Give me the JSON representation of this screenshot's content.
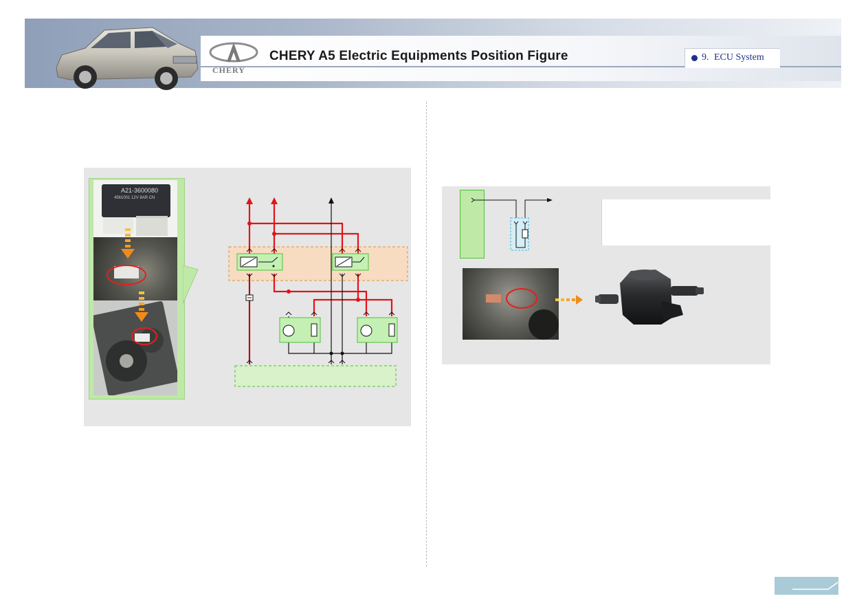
{
  "header": {
    "title": "CHERY A5 Electric Equipments Position Figure",
    "logo_text": "CHERY",
    "section_number": "9.",
    "section_name": "ECU System"
  },
  "relay_photo": {
    "label_line1": "A21-3600080",
    "label_line2": "4561001  12V  8AR  CN"
  },
  "colors": {
    "power_wire": "#e0141a",
    "ground_wire": "#111111",
    "relay_box_border": "#e0903c",
    "component_fill": "#c4f0b4",
    "ecu_fill": "#bfe9a6",
    "arrow_orange": "#f39a1e",
    "accent_navy": "#1f2f8a"
  },
  "icons": [
    "chery-logo-icon",
    "car-photo-icon",
    "fan-relay-photo-icon",
    "fan-assembly-photo-icon",
    "canister-valve-photo-icon",
    "relay-symbol-icon",
    "motor-symbol-icon",
    "resistor-symbol-icon",
    "fuse-symbol-icon",
    "arrow-icon"
  ]
}
